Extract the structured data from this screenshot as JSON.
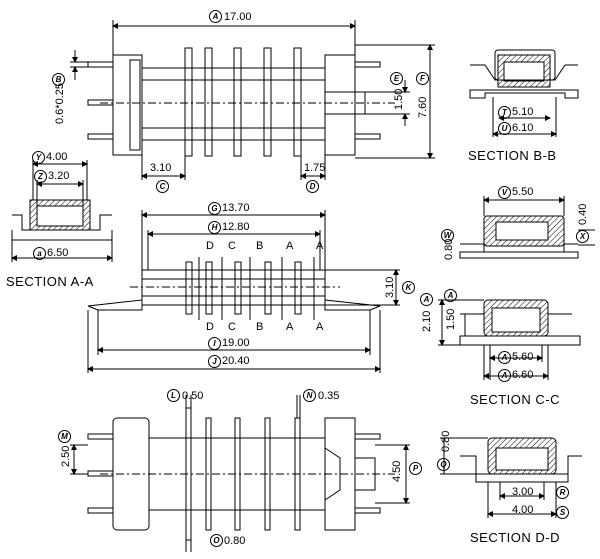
{
  "dimensions": {
    "A": "17.00",
    "B": "0.6*0.25",
    "C": "3.10",
    "D": "1.75",
    "E": "1.50",
    "F": "7.60",
    "G": "13.70",
    "H": "12.80",
    "I": "19.00",
    "J": "20.40",
    "K": "3.10",
    "L": "0.50",
    "M": "2.50",
    "N": "0.35",
    "O": "0.80",
    "P": "4.50",
    "Q": "0.80",
    "R": "3.00",
    "S": "4.00",
    "T": "5.10",
    "U": "6.10",
    "V": "5.50",
    "W": "0.80",
    "X": "0.40",
    "Y": "4.00",
    "Z": "3.20",
    "a": "6.50",
    "cc1": "2.10",
    "cc2": "1.50",
    "cc3": "5.60",
    "cc4": "6.60"
  },
  "balloons": {
    "A": "A",
    "B": "B",
    "C": "C",
    "D": "D",
    "E": "E",
    "F": "F",
    "G": "G",
    "H": "H",
    "I": "I",
    "J": "J",
    "K": "K",
    "L": "L",
    "M": "M",
    "N": "N",
    "O": "O",
    "P": "P",
    "Q": "Q",
    "R": "R",
    "S": "S",
    "T": "T",
    "U": "U",
    "V": "V",
    "W": "W",
    "X": "X",
    "Y": "Y",
    "Z": "Z",
    "a": "a"
  },
  "sections": {
    "aa": "SECTION  A-A",
    "bb": "SECTION  B-B",
    "cc": "SECTION  C-C",
    "dd": "SECTION  D-D"
  },
  "cut_labels": {
    "d": "D",
    "c": "C",
    "b": "B",
    "a": "A"
  }
}
